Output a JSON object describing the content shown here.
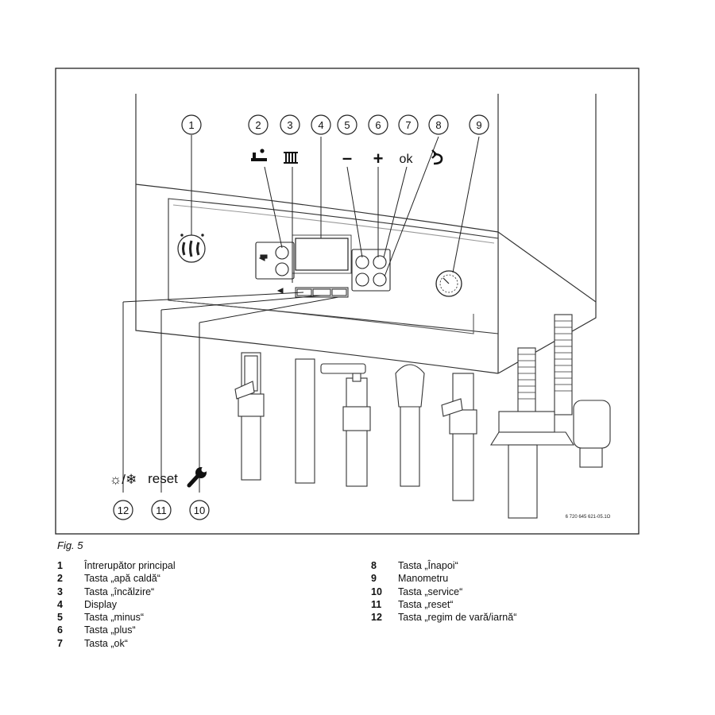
{
  "figure": {
    "caption": "Fig. 5",
    "code": "6 720 645 621-05.1O",
    "callouts": [
      "1",
      "2",
      "3",
      "4",
      "5",
      "6",
      "7",
      "8",
      "9",
      "10",
      "11",
      "12"
    ],
    "top_symbols": {
      "minus": "–",
      "plus": "+",
      "ok": "ok"
    },
    "bottom_symbols": {
      "summer_winter": "☼/❄",
      "reset": "reset"
    }
  },
  "legend": {
    "left": [
      {
        "num": "1",
        "text": "Întrerupător principal"
      },
      {
        "num": "2",
        "text": "Tasta „apă caldă“"
      },
      {
        "num": "3",
        "text": "Tasta „încălzire“"
      },
      {
        "num": "4",
        "text": "Display"
      },
      {
        "num": "5",
        "text": "Tasta „minus“"
      },
      {
        "num": "6",
        "text": "Tasta „plus“"
      },
      {
        "num": "7",
        "text": "Tasta „ok“"
      }
    ],
    "right": [
      {
        "num": "8",
        "text": "Tasta „Înapoi“"
      },
      {
        "num": "9",
        "text": "Manometru"
      },
      {
        "num": "10",
        "text": "Tasta „service“"
      },
      {
        "num": "11",
        "text": "Tasta „reset“"
      },
      {
        "num": "12",
        "text": "Tasta „regim de vară/iarnă“"
      }
    ]
  }
}
